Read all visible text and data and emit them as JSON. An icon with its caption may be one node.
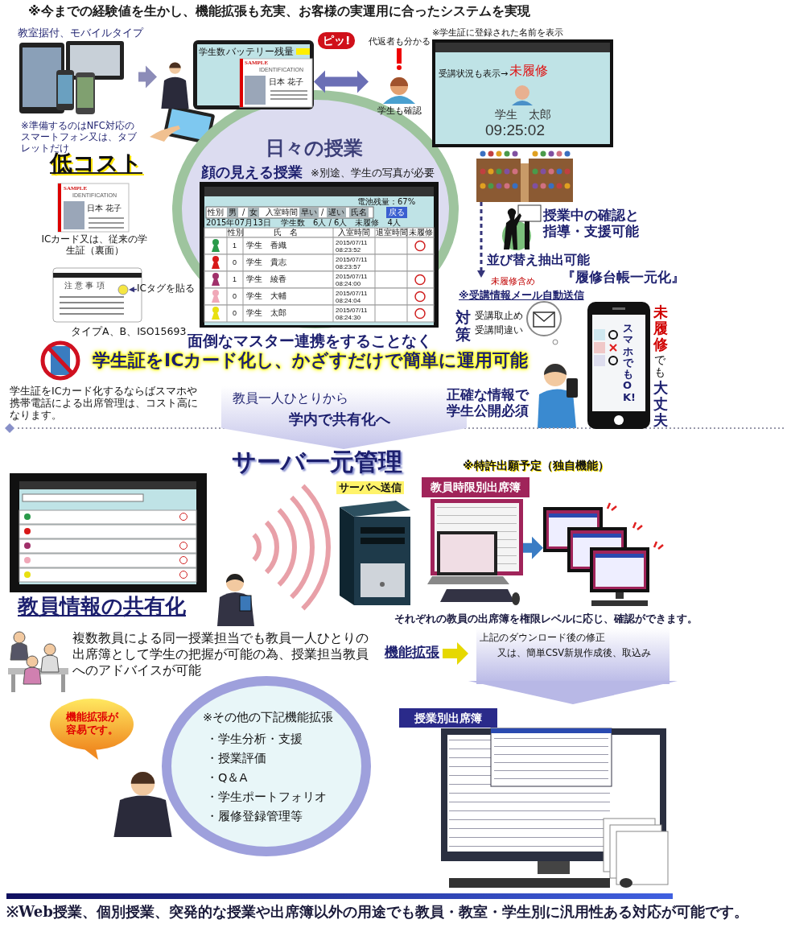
{
  "diagram": {
    "title": "※今までの経験値を生かし、機能拡張も充実、お客様の実運用に合ったシステムを実現",
    "caption": "※Web授業、個別授業、突発的な授業や出席簿以外の用途でも教員・教室・学生別に汎用性ある対応が可能です。",
    "nodes": [
      {
        "text": [
          "教室据付、モバイルタイプ"
        ],
        "beside": [
          "※準備するのはNFC対応のスマートフォン又は、タブレットだけ"
        ]
      },
      {
        "text": [],
        "shape": "person"
      },
      {
        "text": [
          "学生数",
          "バッテリー残量",
          "SAMPLE",
          "IDENTIFICATION",
          "日本 花子"
        ]
      },
      {
        "text": [
          "代返者も分かる",
          "学生も確認"
        ]
      },
      {
        "text": [
          "※学生証に登録された名前を表示",
          "受講状況も表示→",
          "未履修",
          "学生　太郎",
          "09:25:02"
        ]
      },
      {
        "text": [],
        "shape": "picture"
      },
      {
        "text": [
          "授業中の確認と指導・支援可能"
        ]
      },
      {
        "text": [
          "未履修含め",
          "※受講情報メール自動送信"
        ]
      },
      {
        "text": [
          "スマホでもOK!"
        ],
        "beside": [
          "未履修",
          "でも",
          "大丈夫"
        ]
      },
      {
        "text": [
          "日々の授業"
        ]
      },
      {
        "text": [
          "顔の見える授業",
          "※別途、学生の写真が必要"
        ],
        "in": 9
      },
      {
        "text": [],
        "shape": "circle"
      },
      {
        "text": [
          "ICタグを貼る"
        ]
      },
      {
        "text": [
          "教員一人ひとりから",
          "学内で共有化へ"
        ]
      },
      {
        "text": [
          "教員時限別出席簿"
        ]
      },
      {
        "text": [],
        "shape": "picture"
      },
      {
        "text": [],
        "shape": "picture"
      },
      {
        "text": [
          "機能拡張"
        ]
      },
      {
        "text": [
          "上記のダウンロード後の修正",
          "又は、簡単CSV新規作成後、取込み"
        ]
      },
      {
        "text": [
          "授業別出席簿"
        ]
      },
      {
        "text": [],
        "shape": "picture"
      },
      {
        "text": [
          "機能拡張が容易です。"
        ]
      },
      {
        "text": [],
        "shape": "person"
      },
      {
        "text": [
          "※その他の下記機能拡張",
          "・学生分析・支援",
          "・授業評価",
          "・Q＆A",
          "・学生ポートフォリオ",
          "・履修登録管理等"
        ]
      }
    ],
    "edges": [
      {
        "from": 0,
        "to": 1,
        "arrow": "to",
        "color": "#8c8cb8"
      },
      {
        "from": 2,
        "to": 3,
        "arrow": "both",
        "color": "#6b6fb5"
      },
      {
        "from": 5,
        "to": 7,
        "arrow": "to",
        "style": "dashed"
      },
      {
        "from": 12,
        "to": 11,
        "arrow": "to"
      },
      {
        "from": 15,
        "to": 16,
        "arrow": "to",
        "color": "#3a7cc4"
      },
      {
        "from": 17,
        "to": 18,
        "arrow": "to",
        "color": "#e6d800"
      }
    ],
    "labels": [
      "ピッ!",
      "低コスト",
      "SAMPLE",
      "IDENTIFICATION",
      "日本 花子",
      "ICカード又は、従来の学生証（裏面）",
      "注 意 事 項",
      "タイプA、B、ISO15693",
      "電池残量：67%",
      "性別",
      "男",
      "/",
      "女",
      "入室時間",
      "早い",
      "/",
      "遅い",
      "氏名",
      "戻る",
      "2015年07月13日",
      "学生数　6人 / 6人　未履修　4人",
      "性別",
      "氏　名",
      "入室時間",
      "退室時間",
      "未履修",
      "1",
      "学生　香織",
      "2015/07/11 08:23:52",
      "0",
      "学生　貴志",
      "2015/07/11 08:23:57",
      "1",
      "学生　綾香",
      "2015/07/11 08:24:00",
      "0",
      "学生　大輔",
      "2015/07/11 08:24:04",
      "0",
      "学生　太郎",
      "2015/07/11 08:24:30",
      "並び替え抽出可能",
      "『履修台帳一元化』",
      "対策",
      "受講取止め",
      "受講間違い",
      "面倒なマスター連携をすることなく",
      "学生証をICカード化し、かざすだけで簡単に運用可能",
      "学生証をICカード化するならばスマホや携帯電話による出席管理は、コスト高になります。",
      "正確な情報で学生公開必須",
      "サーバ一元管理",
      "※特許出願予定（独自機能）",
      "サーバへ送信",
      "教員情報の共有化",
      "それぞれの教員の出席簿を権限レベルに応じ、確認ができます。",
      "複数教員による同一授業担当でも教員一人ひとりの出席簿として学生の把握が可能の為、授業担当教員へのアドバイスが可能"
    ]
  }
}
